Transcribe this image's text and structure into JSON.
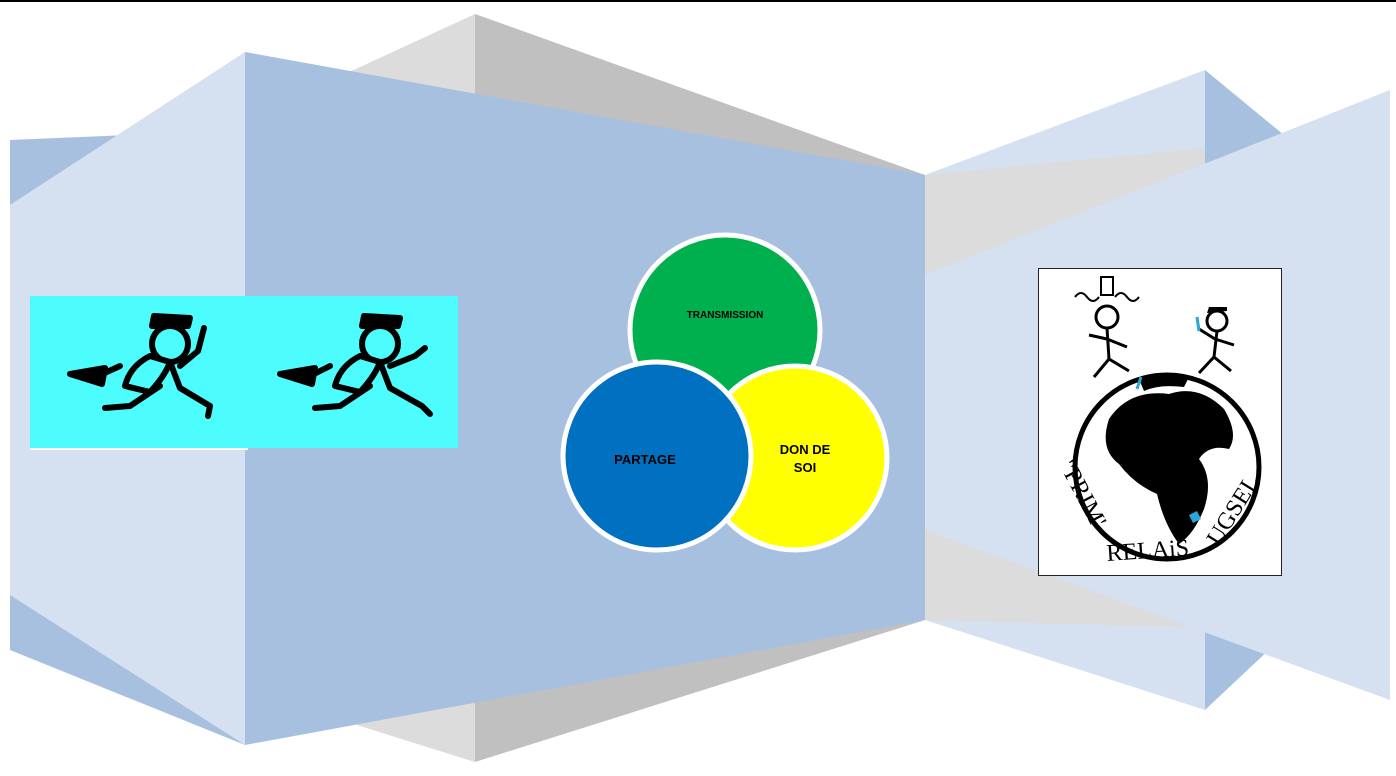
{
  "colors": {
    "light_blue": "#d5e0f0",
    "mid_blue": "#a8c0e0",
    "gray_dark": "#c0c0c0",
    "gray_light": "#dcdcdc",
    "cyan_banner": "#4dfdfe",
    "transmission": "#00b04f",
    "partage": "#0070c0",
    "don_de_soi": "#ffff00"
  },
  "venn": {
    "transmission": "TRANSMISSION",
    "partage": "PARTAGE",
    "don_de_soi_line1": "DON DE",
    "don_de_soi_line2": "SOI"
  },
  "images": {
    "runners": "two cartoon relay runners with batons on cyan banner",
    "logo": "Prim' Relais UGSEL logo with two children running on a globe"
  },
  "logo_text": "\"PRIM' RELAIS UGSEL"
}
